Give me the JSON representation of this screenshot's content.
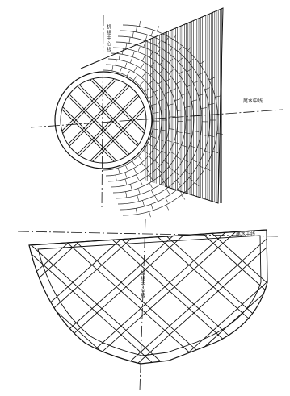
{
  "top_view": {
    "unit_center_line_label": "机组中心线",
    "tailwater_center_line_label": "尾水中线"
  },
  "bottom_view": {
    "unit_center_line_label": "机组中心线",
    "tailwater_center_line_label": "尾水中线"
  }
}
